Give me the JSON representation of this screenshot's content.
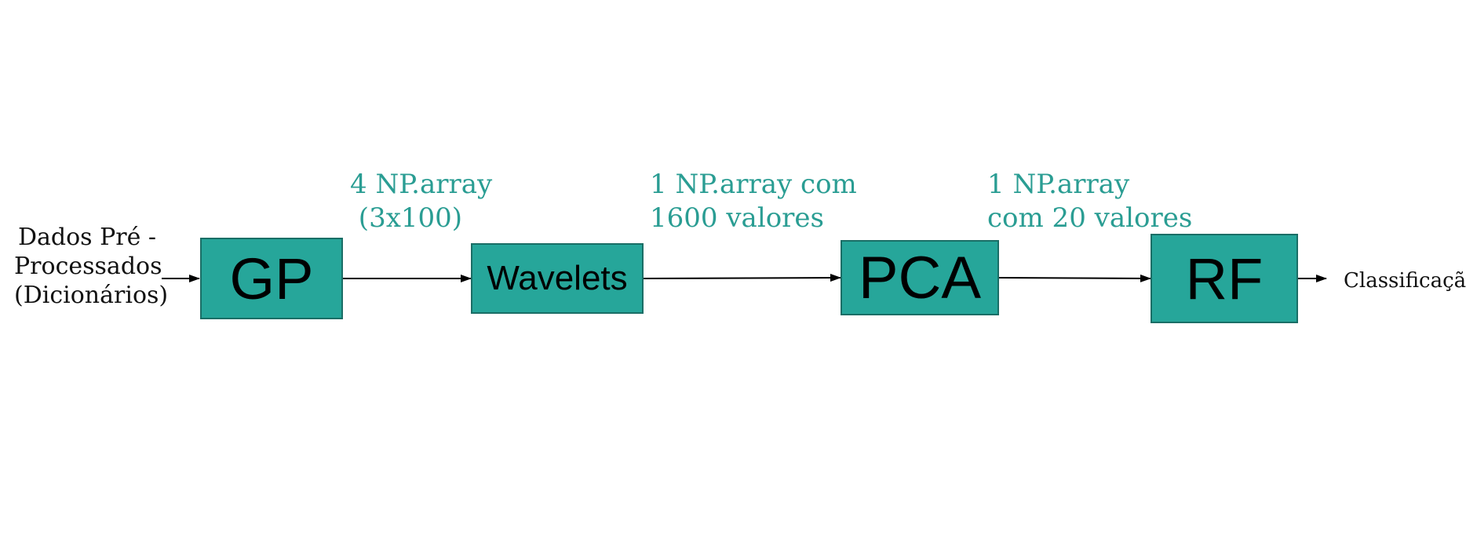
{
  "input": {
    "label": "Dados Pré -\nProcessados\n(Dicionários)"
  },
  "blocks": {
    "gp": "GP",
    "wavelets": "Wavelets",
    "pca": "PCA",
    "rf": "RF"
  },
  "edges": {
    "gp_to_wavelets": "4 NP.array\n (3x100)",
    "wavelets_to_pca": "1 NP.array com\n1600 valores",
    "pca_to_rf": "1 NP.array\ncom 20 valores"
  },
  "output": {
    "label": "Classificação"
  },
  "colors": {
    "block_fill": "#26a69a",
    "block_border": "#1a6e66",
    "edge_label": "#2a9d93"
  }
}
